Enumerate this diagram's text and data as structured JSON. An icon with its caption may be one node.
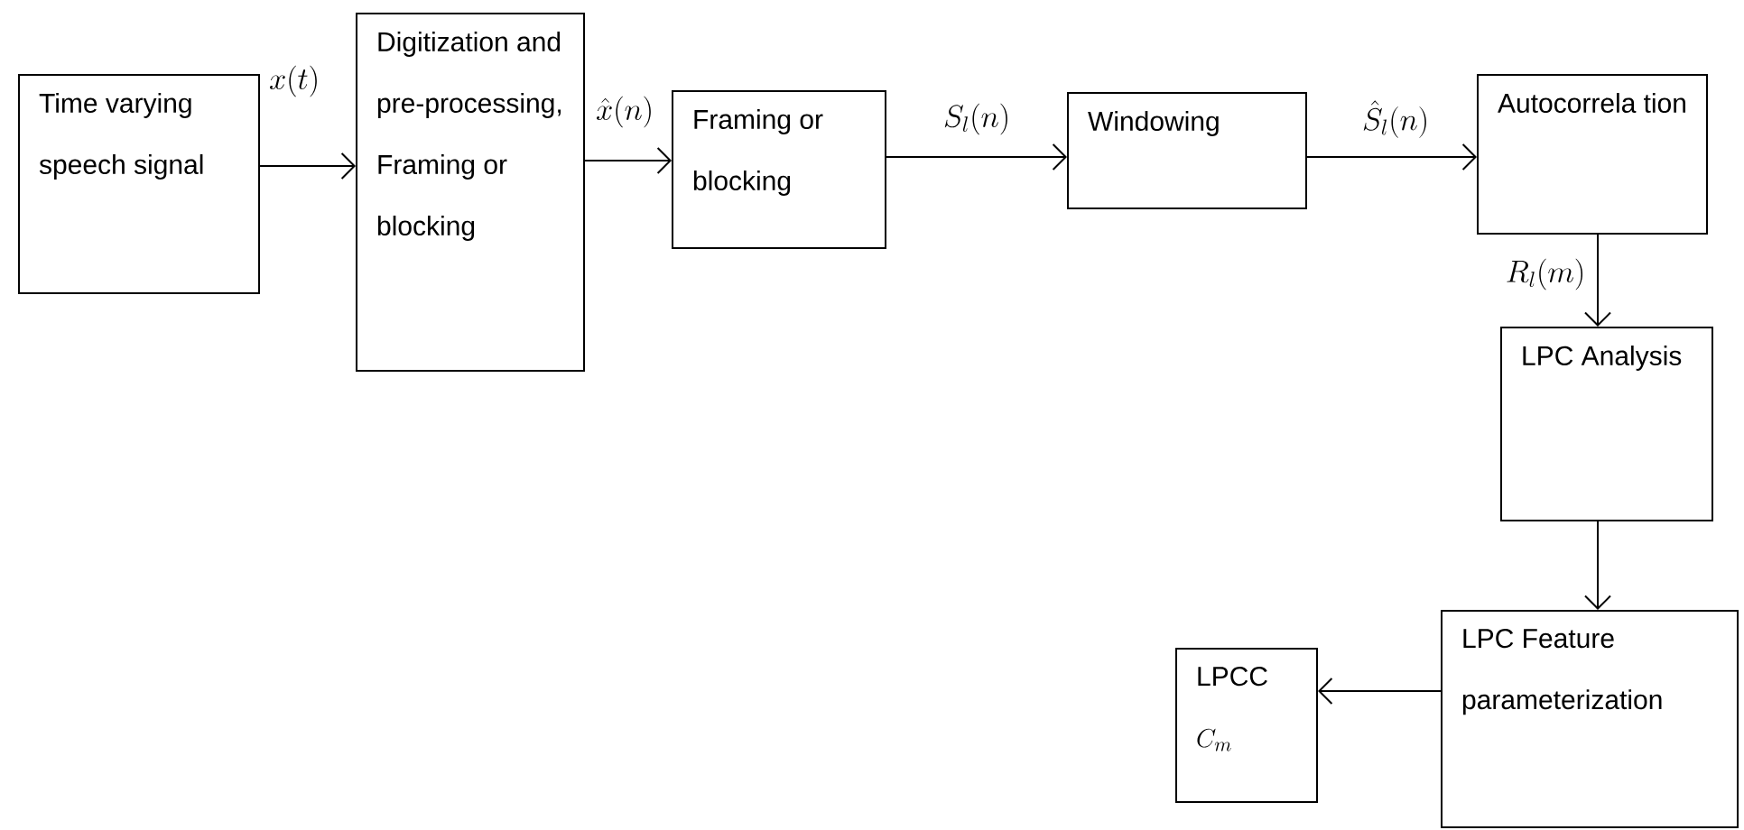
{
  "diagram": {
    "nodes": [
      {
        "text": [
          "Time varying speech signal"
        ]
      },
      {
        "text": [
          "Digitization and pre-processing, Framing or blocking"
        ]
      },
      {
        "text": [
          "Framing or blocking"
        ]
      },
      {
        "text": [
          "Windowing"
        ]
      },
      {
        "text": [
          "Autocorrela tion"
        ]
      },
      {
        "text": [
          "LPC Analysis"
        ]
      },
      {
        "text": [
          "LPC Feature parameterization"
        ]
      },
      {
        "text": [
          "LPCC",
          "C_m"
        ]
      }
    ],
    "edges": [
      {
        "from": 0,
        "to": 1,
        "arrow": "to",
        "label": "x(t)"
      },
      {
        "from": 1,
        "to": 2,
        "arrow": "to",
        "label": "\\hat{x}(n)"
      },
      {
        "from": 2,
        "to": 3,
        "arrow": "to",
        "label": "S_l(n)"
      },
      {
        "from": 3,
        "to": 4,
        "arrow": "to",
        "label": "\\hat{S}_l(n)"
      },
      {
        "from": 4,
        "to": 5,
        "arrow": "to",
        "label": "R_l(m)"
      },
      {
        "from": 5,
        "to": 6,
        "arrow": "to"
      },
      {
        "from": 6,
        "to": 7,
        "arrow": "to"
      }
    ]
  }
}
